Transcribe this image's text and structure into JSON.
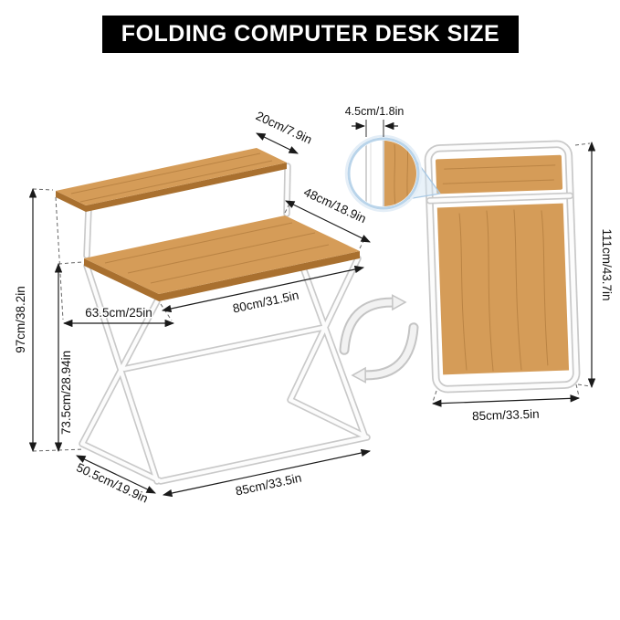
{
  "banner": {
    "title": "FOLDING COMPUTER DESK SIZE"
  },
  "unfolded_desk": {
    "dimensions": {
      "shelf_depth": "20cm/7.9in",
      "desktop_depth": "48cm/18.9in",
      "desktop_width": "80cm/31.5in",
      "lower_span": "63.5cm/25in",
      "overall_height": "97cm/38.2in",
      "desktop_height": "73.5cm/28.94in",
      "base_depth": "50.5cm/19.9in",
      "base_width": "85cm/33.5in"
    }
  },
  "tube_detail": {
    "tube_size": "4.5cm/1.8in"
  },
  "folded_desk": {
    "dimensions": {
      "height": "111cm/43.7in",
      "width": "85cm/33.5in"
    }
  },
  "colors": {
    "wood": "#d59c58",
    "wood_edge": "#a9702f",
    "banner_bg": "#000000",
    "banner_text": "#ffffff",
    "frame_white": "#fcfcfc",
    "frame_outline": "#c9c9c9",
    "accent_blue": "#b9d4ea",
    "dimension_line": "#1a1a1a"
  }
}
